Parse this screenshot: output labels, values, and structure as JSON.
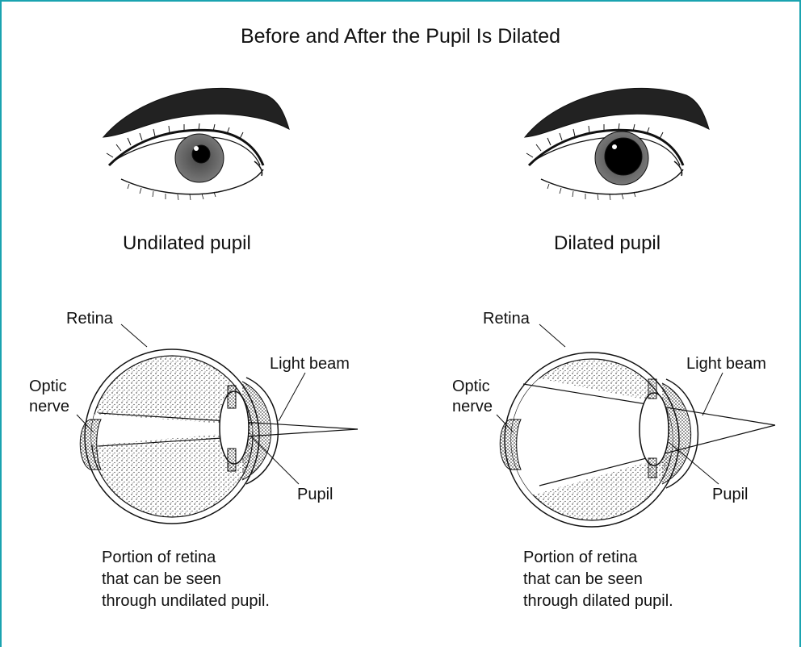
{
  "title": "Before and After the Pupil Is Dilated",
  "left": {
    "caption": "Undilated pupil",
    "labels": {
      "retina": "Retina",
      "optic_nerve_line1": "Optic",
      "optic_nerve_line2": "nerve",
      "light_beam": "Light beam",
      "pupil": "Pupil"
    },
    "description": "Portion of retina\nthat can be seen\nthrough undilated pupil."
  },
  "right": {
    "caption": "Dilated pupil",
    "labels": {
      "retina": "Retina",
      "optic_nerve_line1": "Optic",
      "optic_nerve_line2": "nerve",
      "light_beam": "Light beam",
      "pupil": "Pupil"
    },
    "description": "Portion of retina\nthat can be seen\nthrough dilated pupil."
  },
  "colors": {
    "border": "#1aa3b0",
    "ink": "#111111"
  }
}
